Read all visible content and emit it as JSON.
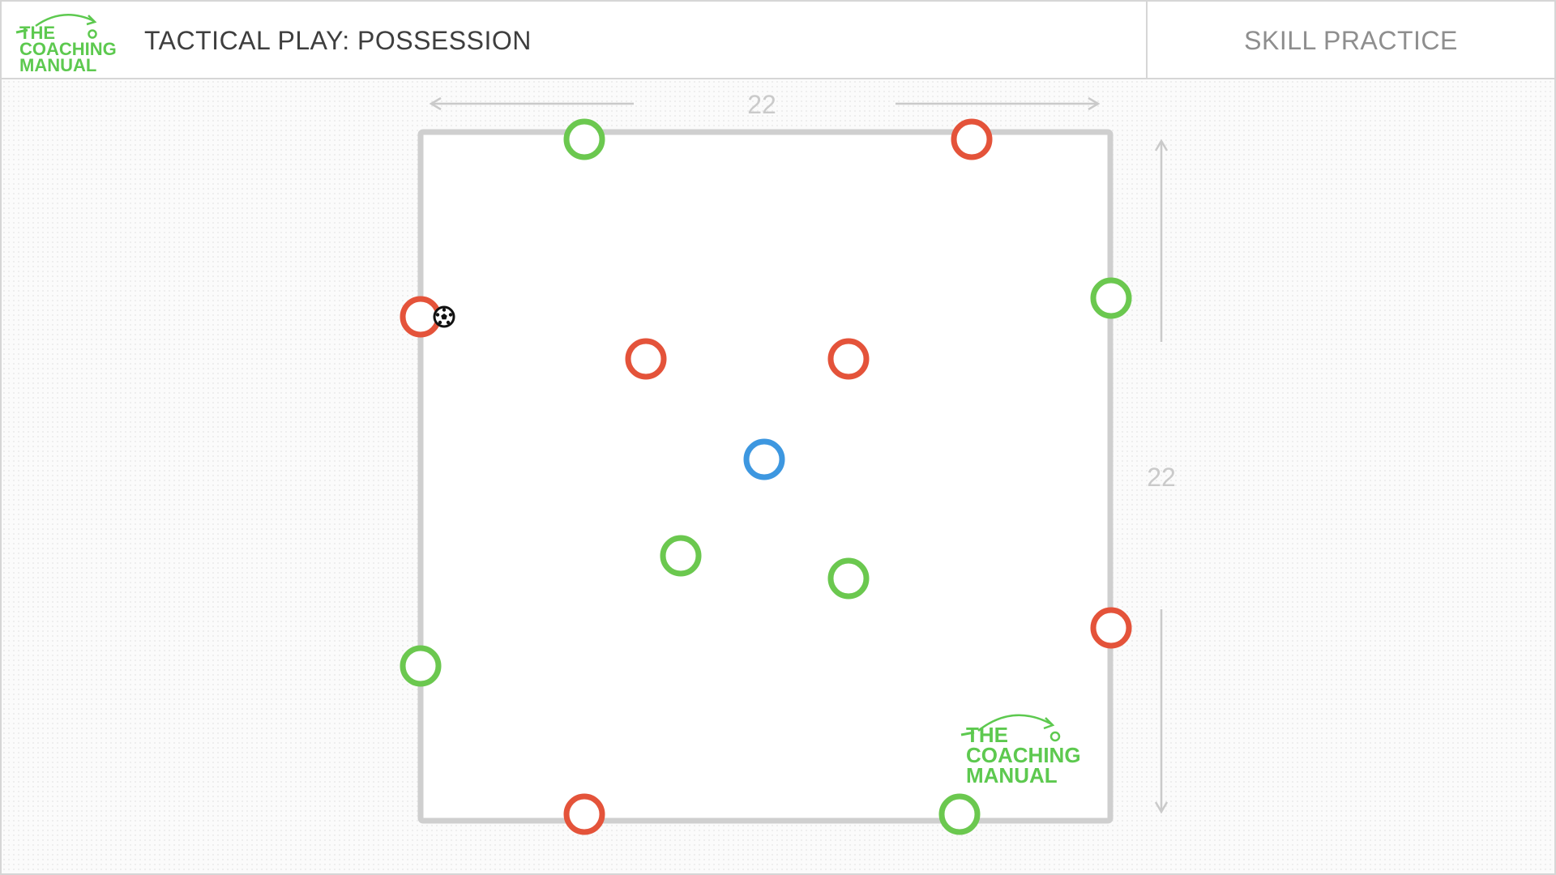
{
  "header": {
    "logo_text": [
      "THE",
      "COACHING",
      "MANUAL"
    ],
    "title": "TACTICAL PLAY: POSSESSION",
    "category": "SKILL PRACTICE"
  },
  "diagram": {
    "dimensions": {
      "width_label": "22",
      "height_label": "22"
    },
    "watermark_text": [
      "THE",
      "COACHING",
      "MANUAL"
    ],
    "colors": {
      "team_a": "#e4533a",
      "team_b": "#6bc84f",
      "neutral": "#3d97e0",
      "pitch_line": "#cfcfcf",
      "dimension": "#cacaca",
      "brand_green": "#5dc94f"
    },
    "players": [
      {
        "team": "team_b",
        "role": "edge-top-left"
      },
      {
        "team": "team_a",
        "role": "edge-top-right"
      },
      {
        "team": "team_a",
        "role": "edge-left-with-ball",
        "has_ball": true
      },
      {
        "team": "team_b",
        "role": "edge-right-upper"
      },
      {
        "team": "team_a",
        "role": "inside-upper-left"
      },
      {
        "team": "team_a",
        "role": "inside-upper-right"
      },
      {
        "team": "neutral",
        "role": "center-neutral"
      },
      {
        "team": "team_b",
        "role": "inside-lower-left"
      },
      {
        "team": "team_b",
        "role": "inside-lower-right"
      },
      {
        "team": "team_a",
        "role": "edge-right-lower"
      },
      {
        "team": "team_b",
        "role": "edge-left-lower"
      },
      {
        "team": "team_a",
        "role": "edge-bottom-left"
      },
      {
        "team": "team_b",
        "role": "edge-bottom-right"
      }
    ]
  }
}
